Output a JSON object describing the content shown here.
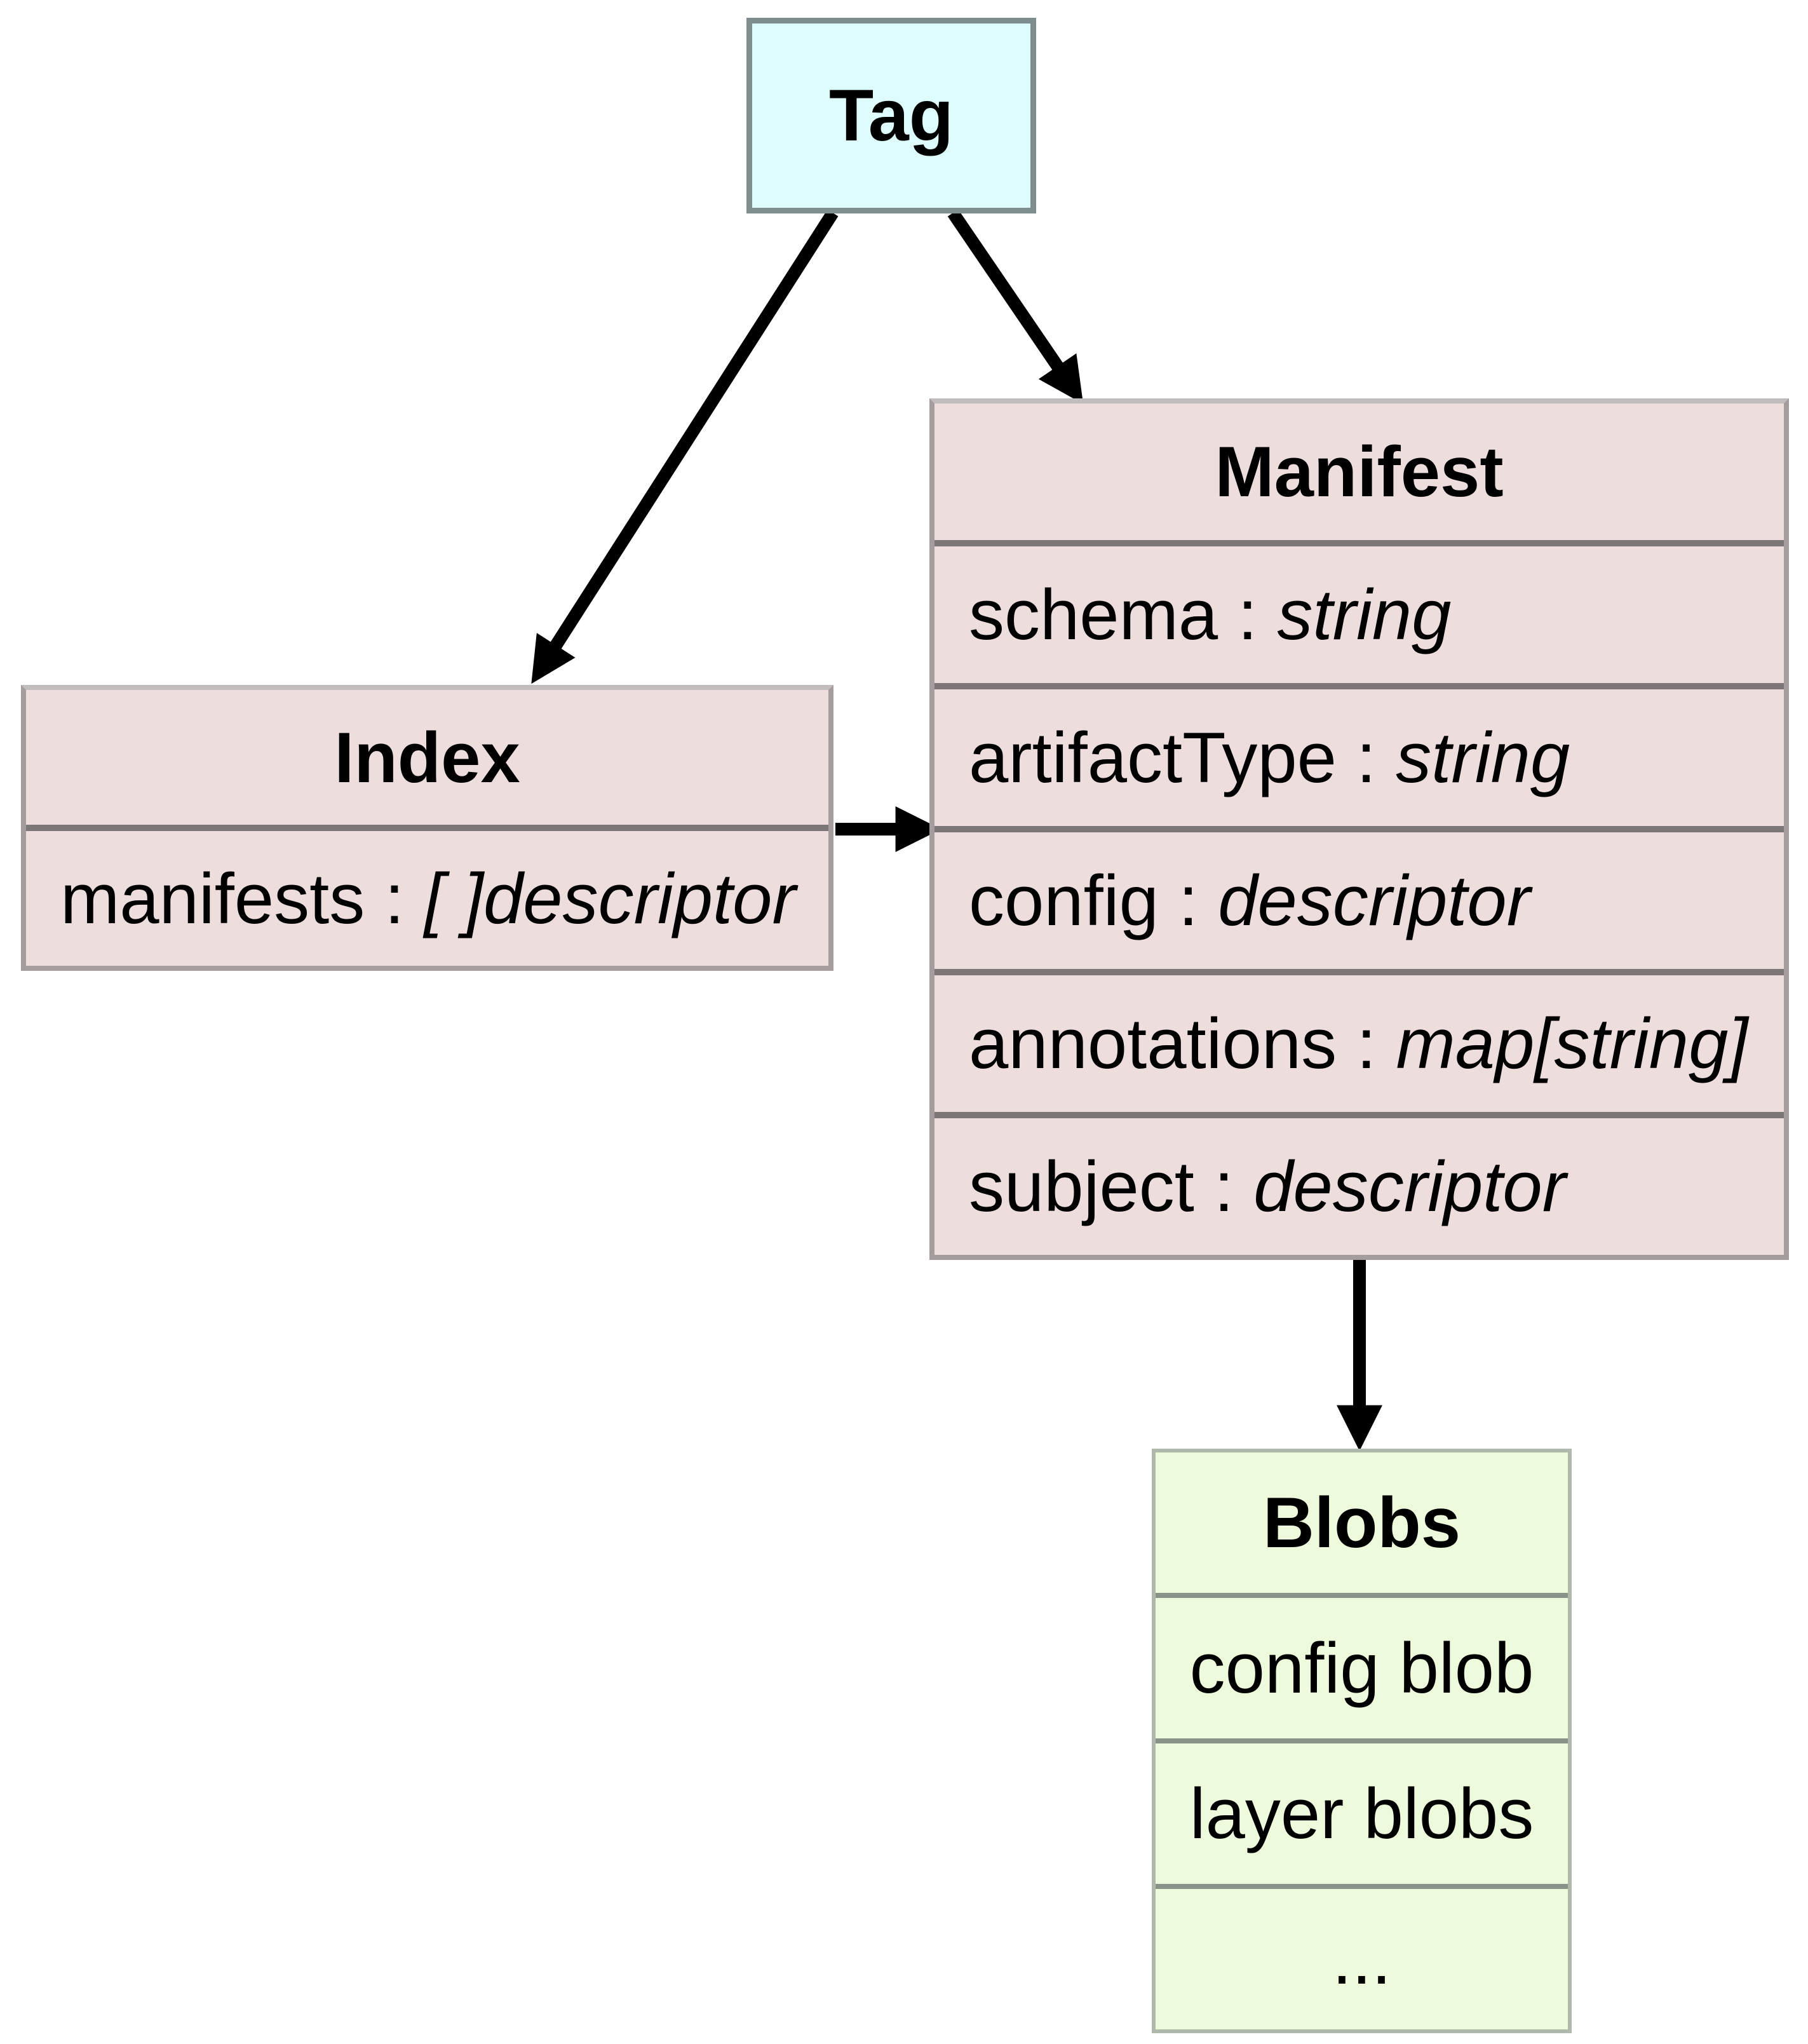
{
  "diagram": {
    "field_separator": " : ",
    "nodes": {
      "tag": {
        "title": "Tag"
      },
      "index": {
        "title": "Index",
        "fields": [
          {
            "label": "manifests",
            "type": "[ ]descriptor"
          }
        ]
      },
      "manifest": {
        "title": "Manifest",
        "fields": [
          {
            "label": "schema",
            "type": "string"
          },
          {
            "label": "artifactType",
            "type": "string"
          },
          {
            "label": "config",
            "type": "descriptor"
          },
          {
            "label": "annotations",
            "type": "map[string]"
          },
          {
            "label": "subject",
            "type": "descriptor"
          }
        ]
      },
      "blobs": {
        "title": "Blobs",
        "items": [
          "config blob",
          "layer blobs",
          "..."
        ]
      }
    },
    "edges": [
      {
        "from": "Tag",
        "to": "Index"
      },
      {
        "from": "Tag",
        "to": "Manifest"
      },
      {
        "from": "Index",
        "to": "Manifest"
      },
      {
        "from": "Manifest",
        "to": "Blobs"
      }
    ],
    "colors": {
      "background": "#ffffff",
      "tag_fill": "#dffcfc",
      "tag_border": "#7e8e8e",
      "entity_fill": "#eddddd",
      "entity_border": "#a59c9c",
      "entity_divider": "#7d7676",
      "blobs_fill": "#edfbdc",
      "blobs_border": "#afb9ab",
      "blobs_divider": "#8a9387",
      "arrow": "#000000"
    }
  }
}
